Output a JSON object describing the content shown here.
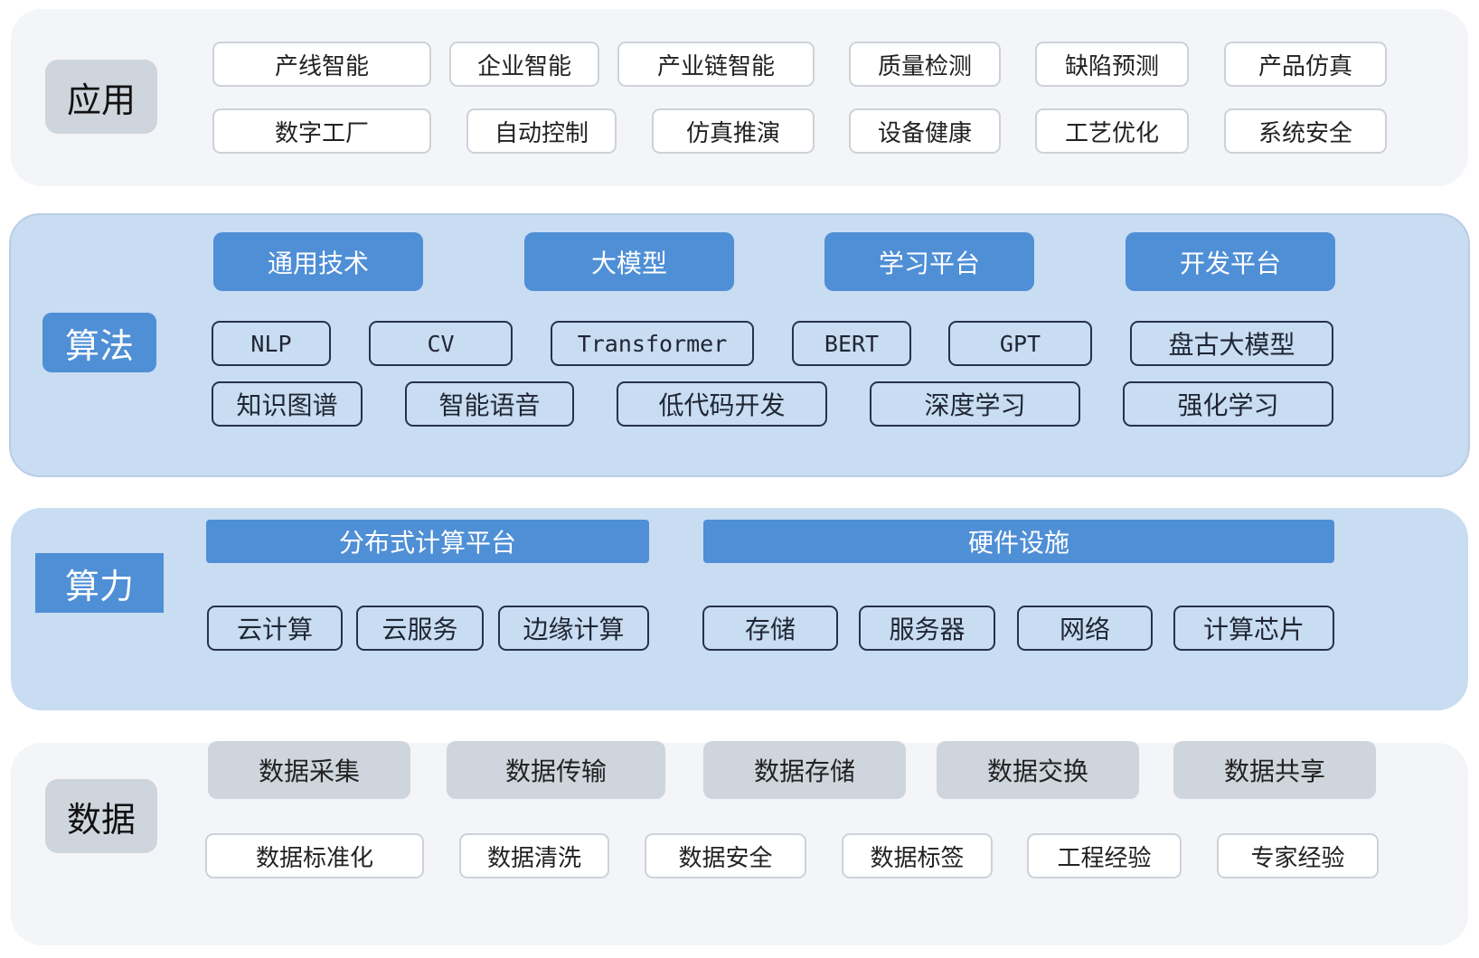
{
  "application": {
    "label": "应用",
    "row1": [
      "产线智能",
      "企业智能",
      "产业链智能",
      "质量检测",
      "缺陷预测",
      "产品仿真"
    ],
    "row2": [
      "数字工厂",
      "自动控制",
      "仿真推演",
      "设备健康",
      "工艺优化",
      "系统安全"
    ]
  },
  "algorithm": {
    "label": "算法",
    "headers": [
      "通用技术",
      "大模型",
      "学习平台",
      "开发平台"
    ],
    "row1": [
      "NLP",
      "CV",
      "Transformer",
      "BERT",
      "GPT",
      "盘古大模型"
    ],
    "row2": [
      "知识图谱",
      "智能语音",
      "低代码开发",
      "深度学习",
      "强化学习"
    ]
  },
  "computing": {
    "label": "算力",
    "headers": [
      "分布式计算平台",
      "硬件设施"
    ],
    "items": [
      "云计算",
      "云服务",
      "边缘计算",
      "存储",
      "服务器",
      "网络",
      "计算芯片"
    ]
  },
  "data": {
    "label": "数据",
    "headers": [
      "数据采集",
      "数据传输",
      "数据存储",
      "数据交换",
      "数据共享"
    ],
    "row2": [
      "数据标准化",
      "数据清洗",
      "数据安全",
      "数据标签",
      "工程经验",
      "专家经验"
    ]
  },
  "colors": {
    "accent_blue": "#4f8fd6",
    "light_blue_panel": "#c8dcf2",
    "grey_panel": "#f4f5f8",
    "grey_block": "#cfd5dc",
    "outline_dark": "#25324a"
  }
}
